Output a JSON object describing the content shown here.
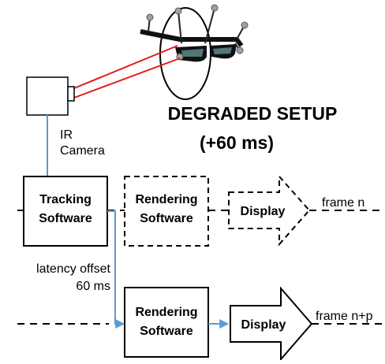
{
  "title": {
    "line1": "DEGRADED SETUP",
    "line2": "(+60 ms)"
  },
  "camera": {
    "label_line1": "IR",
    "label_line2": "Camera"
  },
  "tracking": {
    "line1": "Tracking",
    "line2": "Software"
  },
  "degraded_path": {
    "rendering_line1": "Rendering",
    "rendering_line2": "Software",
    "display": "Display",
    "frame": "frame n"
  },
  "offset": {
    "line1": "latency offset",
    "line2": "60 ms"
  },
  "normal_path": {
    "rendering_line1": "Rendering",
    "rendering_line2": "Software",
    "display": "Display",
    "frame": "frame n+p"
  },
  "colors": {
    "connector": "#5b9bd5",
    "ray": "#e31a1c",
    "ink": "#000000"
  },
  "icons": [
    "ir-camera-icon",
    "tracked-glasses-icon",
    "tracking-marker-icon"
  ]
}
